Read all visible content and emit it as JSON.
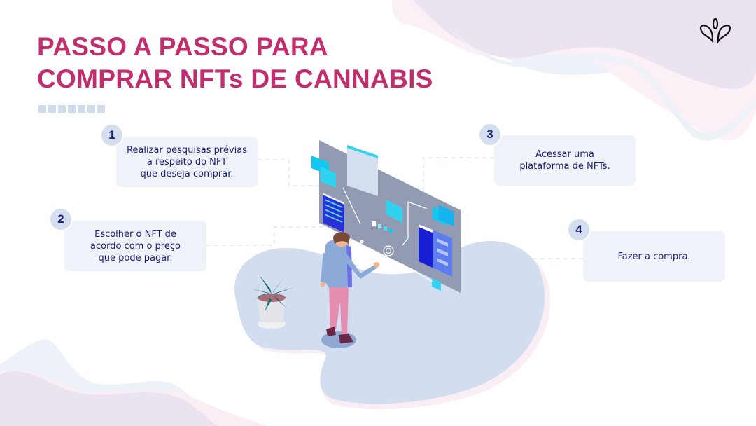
{
  "header": {
    "title_line1": "PASSO A PASSO PARA",
    "title_line2": "COMPRAR NFTs DE CANNABIS",
    "logo_icon": "leaf-sprout-icon",
    "decorative_squares": 7
  },
  "steps": [
    {
      "number": "1",
      "text": "Realizar pesquisas prévias\na respeito do NFT\nque deseja comprar."
    },
    {
      "number": "2",
      "text": "Escolher o NFT de\nacordo com o preço\nque pode pagar."
    },
    {
      "number": "3",
      "text": "Acessar uma\nplataforma de NFTs."
    },
    {
      "number": "4",
      "text": "Fazer a compra."
    }
  ],
  "illustration": {
    "description": "man-interacting-with-nft-holographic-screen",
    "elements": [
      "holographic-panel",
      "folder-icons",
      "browser-windows",
      "potted-cannabis-plant",
      "person"
    ]
  },
  "colors": {
    "title": "#c22e6d",
    "step_text": "#1e2179",
    "card_bg": "#eff2f8",
    "badge_bg": "#d3deef",
    "floor": "#d2ddef",
    "panel": "#8a93ad",
    "accent_cyan": "#10c8f0",
    "accent_blue": "#3a44e0"
  }
}
